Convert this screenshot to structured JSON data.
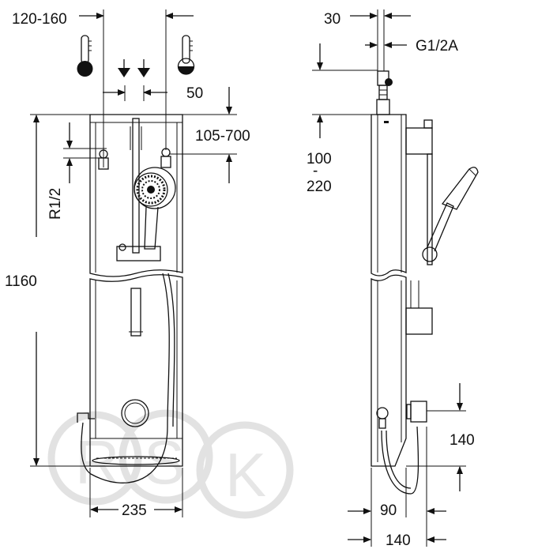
{
  "diagram": {
    "front_view": {
      "dim_top_spacing": "120-160",
      "dim_small_gap": "50",
      "dim_height_range": "105-700",
      "dim_thread": "R1/2",
      "dim_total_height": "1160",
      "dim_width": "235",
      "icons": [
        "thermometer-cold-icon",
        "down-arrow-icon",
        "down-arrow-icon",
        "thermometer-hot-icon"
      ]
    },
    "side_view": {
      "dim_pipe": "30",
      "dim_connector": "G1/2A",
      "dim_offset_top": "100",
      "dim_offset_dash": "-",
      "dim_offset_bottom": "220",
      "dim_lower": "140",
      "dim_depth_inner": "90",
      "dim_depth_outer": "140"
    },
    "watermark": {
      "letters": [
        "R",
        "S",
        "K"
      ]
    }
  }
}
